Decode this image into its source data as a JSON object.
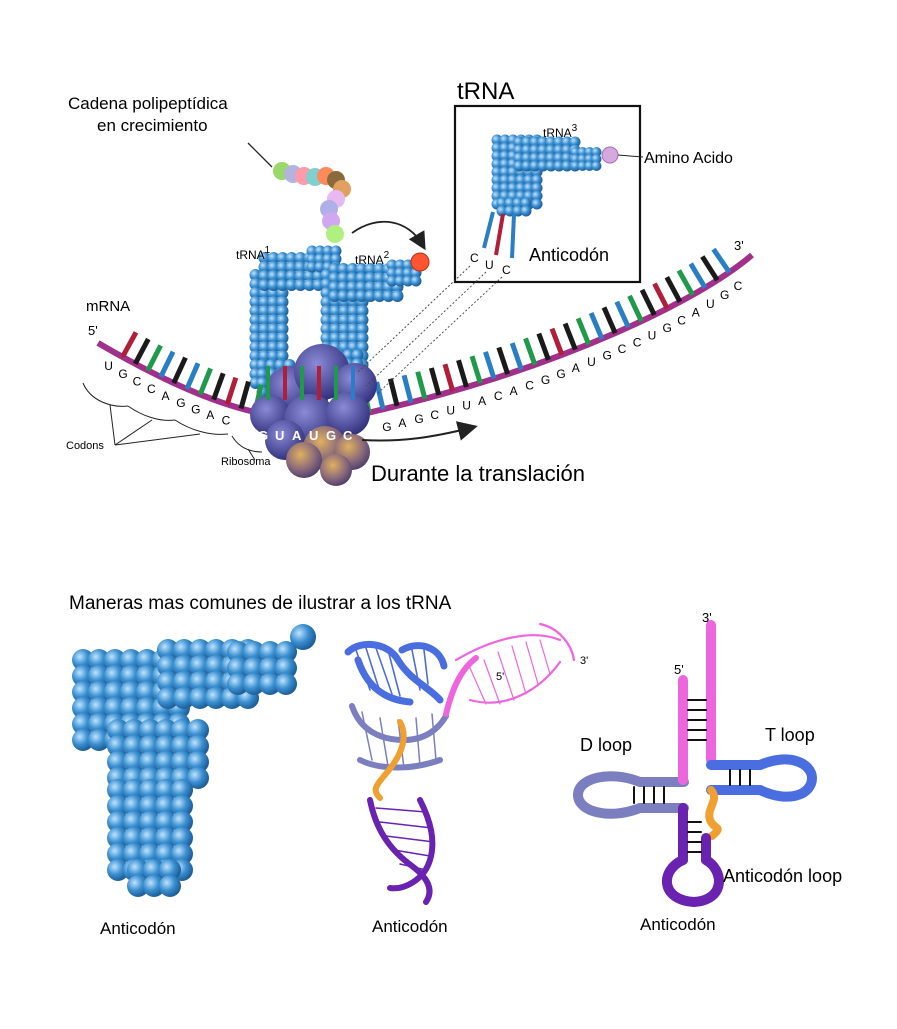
{
  "top": {
    "polypeptide_label_line1": "Cadena polipeptídica",
    "polypeptide_label_line2": "en crecimiento",
    "trna_box_title": "tRNA",
    "trna1_label": "tRNA",
    "trna1_sup": "1",
    "trna2_label": "tRNA",
    "trna2_sup": "2",
    "trna3_label": "tRNA",
    "trna3_sup": "3",
    "amino_acid_label": "Amino Acido",
    "anticodon_label": "Anticodón",
    "anticodon_letters": [
      "C",
      "U",
      "C"
    ],
    "mrna_label": "mRNA",
    "five_prime": "5'",
    "three_prime": "3'",
    "codons_label": "Codons",
    "ribosome_label": "Ribosoma",
    "translation_label": "Durante la translación",
    "mrna_left_letters": [
      "U",
      "G",
      "C",
      "C",
      "A",
      "G",
      "G",
      "A",
      "C"
    ],
    "ribosome_letters": [
      "G",
      "U",
      "A",
      "U",
      "G",
      "C"
    ],
    "mrna_right_letters": [
      "G",
      "A",
      "G",
      "C",
      "U",
      "U",
      "A",
      "C",
      "A",
      "C",
      "G",
      "G",
      "A",
      "U",
      "G",
      "C",
      "C",
      "U",
      "G",
      "C",
      "A",
      "U",
      "G",
      "C"
    ]
  },
  "bottom": {
    "section_title": "Maneras mas comunes de ilustrar a los tRNA",
    "caption_spacefill": "Anticodón",
    "caption_ribbon": "Anticodón",
    "caption_cloverleaf": "Anticodón",
    "ribbon_five_prime": "5'",
    "ribbon_three_prime": "3'",
    "clover_five_prime": "5'",
    "clover_three_prime": "3'",
    "d_loop": "D loop",
    "t_loop": "T loop",
    "anticodon_loop": "Anticodón loop"
  },
  "colors": {
    "trna_blue": "#3a8fd0",
    "mrna_backbone": "#a0308a",
    "base_black": "#1a1a1a",
    "base_blue": "#2a7fc4",
    "base_green": "#1e9a4a",
    "base_red": "#b01e3a",
    "ribosome": "#4b4a9a",
    "ribosome_small": "#7a6a8a",
    "amino_pink": "#d6a8e0",
    "d_arm": "#7b7fc0",
    "t_arm": "#4a6ee0",
    "acceptor": "#ee66dd",
    "anticodon_arm": "#6a22b0",
    "variable_loop": "#f0a030"
  }
}
